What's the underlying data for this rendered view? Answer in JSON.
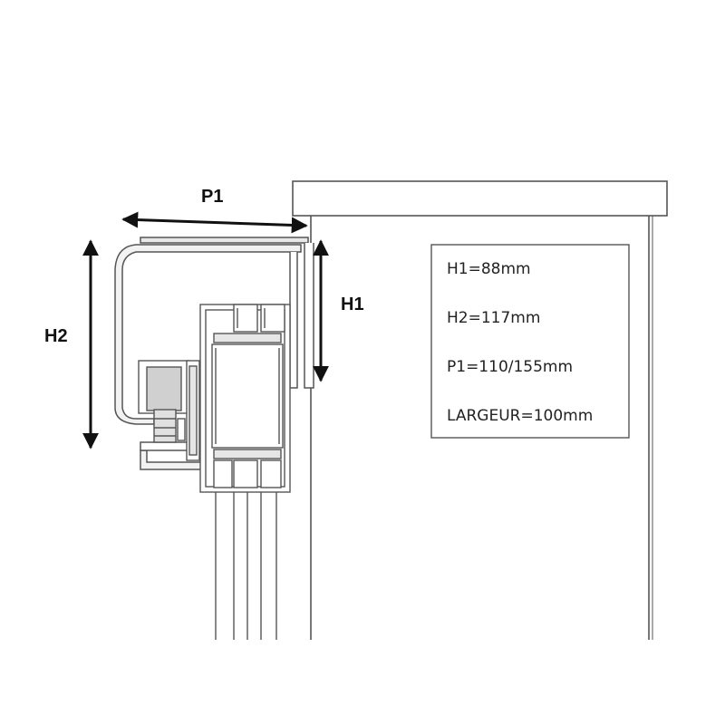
{
  "dimensions": {
    "p1": "P1",
    "h1": "H1",
    "h2": "H2"
  },
  "specs": [
    "H1=88mm",
    "H2=117mm",
    "P1=110/155mm",
    "LARGEUR=100mm"
  ],
  "colors": {
    "line": "#555555",
    "arrow": "#111111",
    "fill_dark": "#cfcfcf",
    "fill_mid": "#e2e2e2",
    "background": "#ffffff"
  }
}
